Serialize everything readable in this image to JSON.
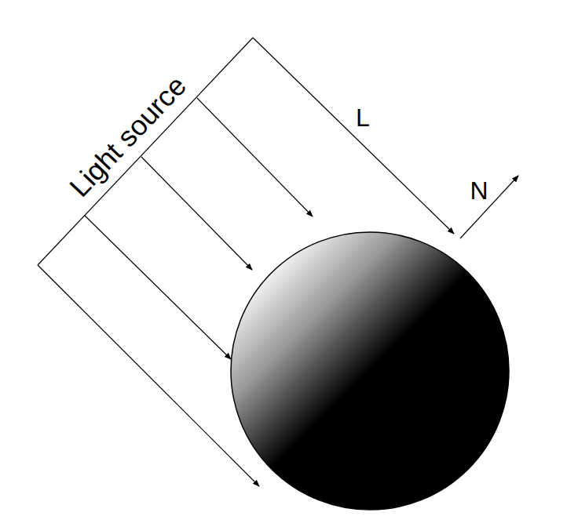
{
  "diagram": {
    "labels": [
      "Light source",
      "L",
      "N"
    ]
  }
}
